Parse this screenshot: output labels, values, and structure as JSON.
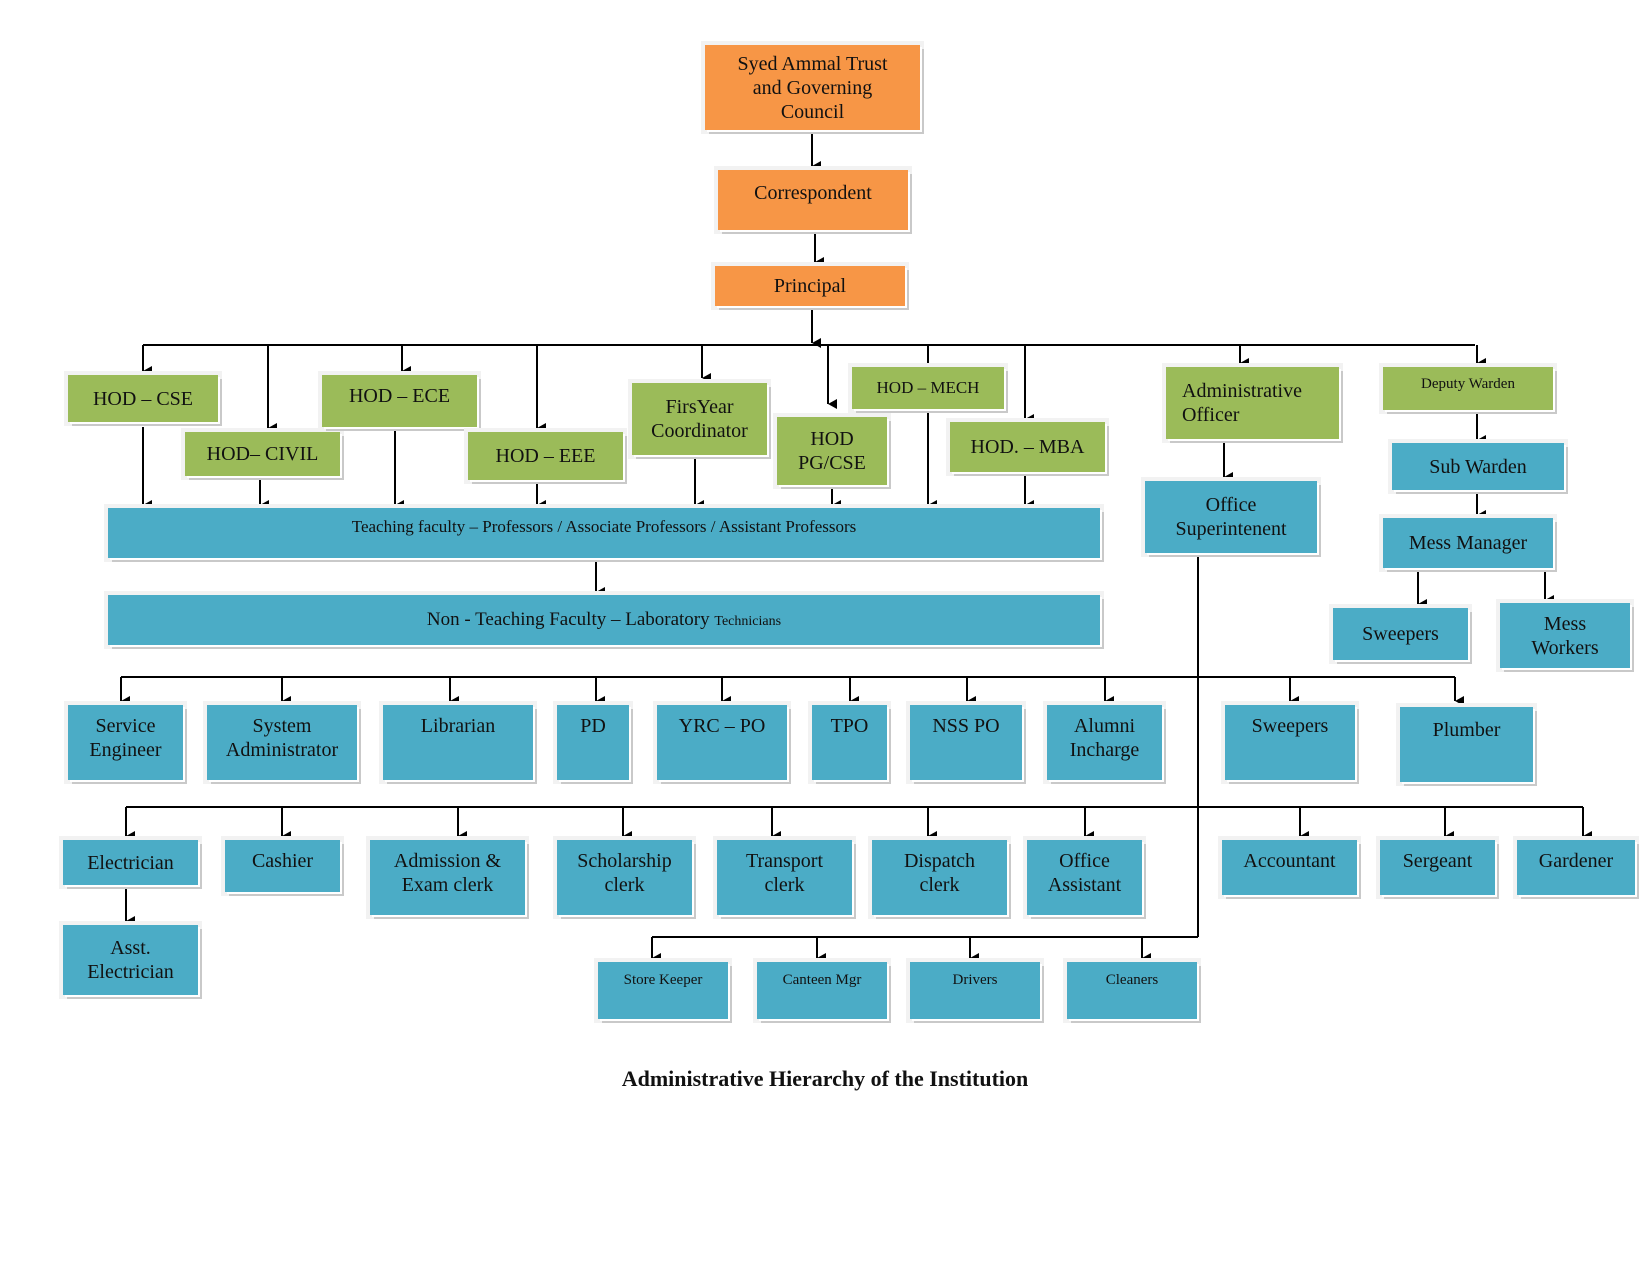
{
  "diagram": {
    "caption": "Administrative Hierarchy of the Institution",
    "colors": {
      "management": "#f79646",
      "heads": "#9bbb59",
      "staff": "#4bacc6",
      "line": "#000000"
    },
    "nodes": {
      "trust": "Syed Ammal Trust\nand Governing\nCouncil",
      "correspondent": "Correspondent",
      "principal": "Principal",
      "hod_cse": "HOD – CSE",
      "hod_civil": "HOD– CIVIL",
      "hod_ece": "HOD – ECE",
      "hod_eee": "HOD – EEE",
      "first_year": "FirsYear\nCoordinator",
      "hod_pgcse": "HOD\nPG/CSE",
      "hod_mech": "HOD – MECH",
      "hod_mba": "HOD. – MBA",
      "admin_officer": "Administrative\nOfficer",
      "deputy_warden": "Deputy Warden",
      "teaching": "Teaching faculty – Professors / Associate Professors / Assistant Professors",
      "nonteaching_main": "Non - Teaching Faculty – Laboratory ",
      "nonteaching_small": "Technicians",
      "office_supt": "Office\nSuperintenent",
      "sub_warden": "Sub Warden",
      "mess_manager": "Mess Manager",
      "sweepers_hostel": "Sweepers",
      "mess_workers": "Mess\nWorkers",
      "service_engineer": "Service\nEngineer",
      "system_admin": "System\nAdministrator",
      "librarian": "Librarian",
      "pd": "PD",
      "yrc_po": "YRC – PO",
      "tpo": "TPO",
      "nss_po": "NSS PO",
      "alumni": "Alumni\nIncharge",
      "sweepers": "Sweepers",
      "plumber": "Plumber",
      "electrician": "Electrician",
      "cashier": "Cashier",
      "admission_clerk": "Admission &\nExam clerk",
      "scholarship_clerk": "Scholarship\nclerk",
      "transport_clerk": "Transport\nclerk",
      "dispatch_clerk": "Dispatch\nclerk",
      "office_assistant": "Office\nAssistant",
      "accountant": "Accountant",
      "sergeant": "Sergeant",
      "gardener": "Gardener",
      "asst_electrician": "Asst.\nElectrician",
      "store_keeper": "Store Keeper",
      "canteen_mgr": "Canteen Mgr",
      "drivers": "Drivers",
      "cleaners": "Cleaners"
    }
  }
}
